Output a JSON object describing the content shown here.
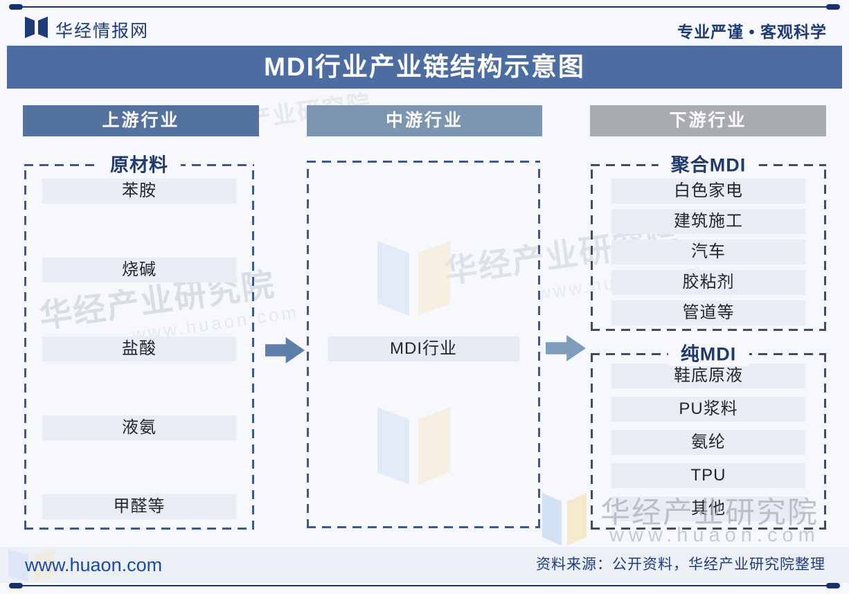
{
  "header": {
    "brand": "华经情报网",
    "slogan": "专业严谨 • 客观科学"
  },
  "title": "MDI行业产业链结构示意图",
  "columns": {
    "upstream": {
      "header": "上游行业",
      "group_label": "原材料",
      "items": [
        "苯胺",
        "烧碱",
        "盐酸",
        "液氨",
        "甲醛等"
      ]
    },
    "midstream": {
      "header": "中游行业",
      "node": "MDI行业"
    },
    "downstream": {
      "header": "下游行业",
      "groups": [
        {
          "label": "聚合MDI",
          "items": [
            "白色家电",
            "建筑施工",
            "汽车",
            "胶粘剂",
            "管道等"
          ]
        },
        {
          "label": "纯MDI",
          "items": [
            "鞋底原液",
            "PU浆料",
            "氨纶",
            "TPU",
            "其他"
          ]
        }
      ]
    }
  },
  "footer": {
    "site": "www.huaon.com",
    "source": "资料来源：公开资料，华经产业研究院整理"
  },
  "watermark": {
    "name": "华经产业研究院",
    "site": "www.huaon.com"
  },
  "colors": {
    "title_bar": "#4c6da2",
    "upstream_header": "#53729f",
    "midstream_header": "#7c95b0",
    "downstream_header": "#a8abb0",
    "item_bg": "#e8ecf4",
    "dash_blue": "#3b5a94",
    "dash_gray": "#404c64",
    "navy_text": "#1d3b76",
    "arrow_left": "#5d7fa9",
    "arrow_right": "#7e9dbc"
  }
}
